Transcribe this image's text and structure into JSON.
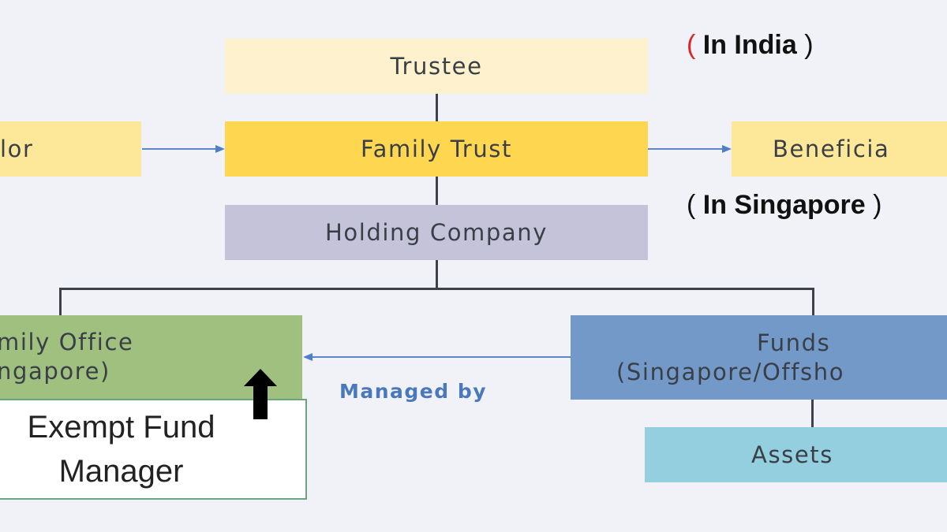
{
  "nodes": {
    "trustee": {
      "label": "Trustee",
      "color": "#fdf2cd"
    },
    "settlor": {
      "label": "Settlor",
      "visible_label": "lor",
      "color": "#fde798"
    },
    "family_trust": {
      "label": "Family Trust",
      "color": "#fed650"
    },
    "beneficiaries": {
      "label": "Beneficia",
      "color": "#fde798"
    },
    "holding_company": {
      "label": "Holding Company",
      "color": "#c4c3da"
    },
    "family_office": {
      "line1": "mily Office",
      "line2": "ngapore)",
      "color": "#9fc07e"
    },
    "exempt_fund_manager": {
      "line1": "Exempt Fund",
      "line2": "Manager",
      "color": "#ffffff",
      "border": "#6aa57e"
    },
    "funds": {
      "line1": "Funds",
      "line2": "(Singapore/Offsho",
      "color": "#7399c9"
    },
    "assets": {
      "label": "Assets",
      "color": "#94cfe0"
    }
  },
  "annotations": {
    "in_india": {
      "open": "(",
      "text": " In India ",
      "close": ")"
    },
    "in_singapore": {
      "open": "(",
      "text": " In Singapore ",
      "close": ")"
    },
    "managed_by": "Managed by"
  },
  "colors": {
    "connector": "#3e4148",
    "arrow": "#4f7fc4",
    "managed_by_text": "#4a78bd",
    "red_paren": "#d8262a"
  }
}
